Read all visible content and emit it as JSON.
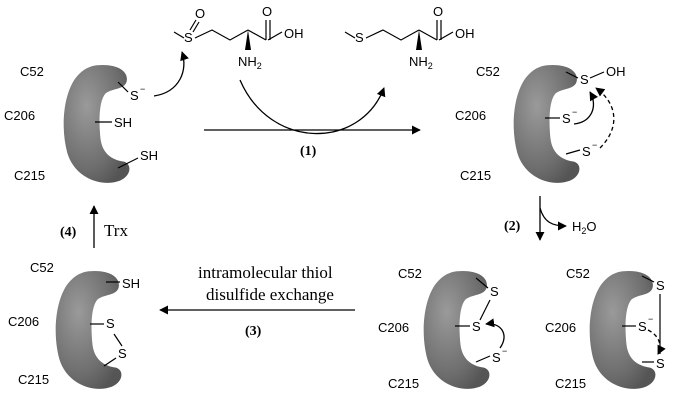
{
  "residues": {
    "c52": "C52",
    "c206": "C206",
    "c215": "C215"
  },
  "groups": {
    "thiolate": "S",
    "minus": "−",
    "thiol": "SH",
    "sulfur": "S",
    "oh": "OH",
    "oxygen": "O",
    "nh2": "NH",
    "nh2_sub": "2",
    "water": "H",
    "water_sub": "2",
    "water_o": "O"
  },
  "steps": {
    "s1": "(1)",
    "s2": "(2)",
    "s3": "(3)",
    "s4": "(4)"
  },
  "labels": {
    "trx": "Trx",
    "exchange_line1": "intramolecular thiol",
    "exchange_line2": "disulfide exchange"
  }
}
